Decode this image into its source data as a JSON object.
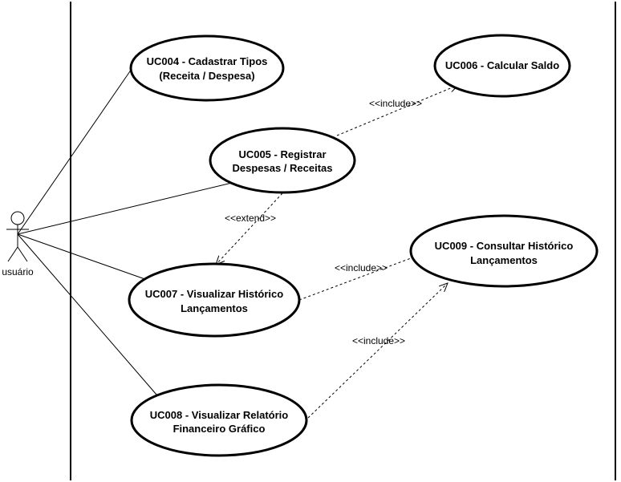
{
  "diagram": {
    "actor": {
      "name": "usuário"
    },
    "use_cases": [
      {
        "id": "uc004",
        "lines": [
          "UC004 - Cadastrar Tipos",
          "(Receita / Despesa)"
        ]
      },
      {
        "id": "uc006",
        "lines": [
          "UC006 - Calcular Saldo"
        ]
      },
      {
        "id": "uc005",
        "lines": [
          "UC005 - Registrar",
          "Despesas / Receitas"
        ]
      },
      {
        "id": "uc009",
        "lines": [
          "UC009 - Consultar Histórico",
          "Lançamentos"
        ]
      },
      {
        "id": "uc007",
        "lines": [
          "UC007 - Visualizar Histórico",
          "Lançamentos"
        ]
      },
      {
        "id": "uc008",
        "lines": [
          "UC008 - Visualizar Relatório",
          "Financeiro Gráfico"
        ]
      }
    ],
    "relationships": [
      {
        "label": "<<include>>"
      },
      {
        "label": "<<extend>>"
      },
      {
        "label": "<<include>>"
      },
      {
        "label": "<<include>>"
      }
    ]
  }
}
